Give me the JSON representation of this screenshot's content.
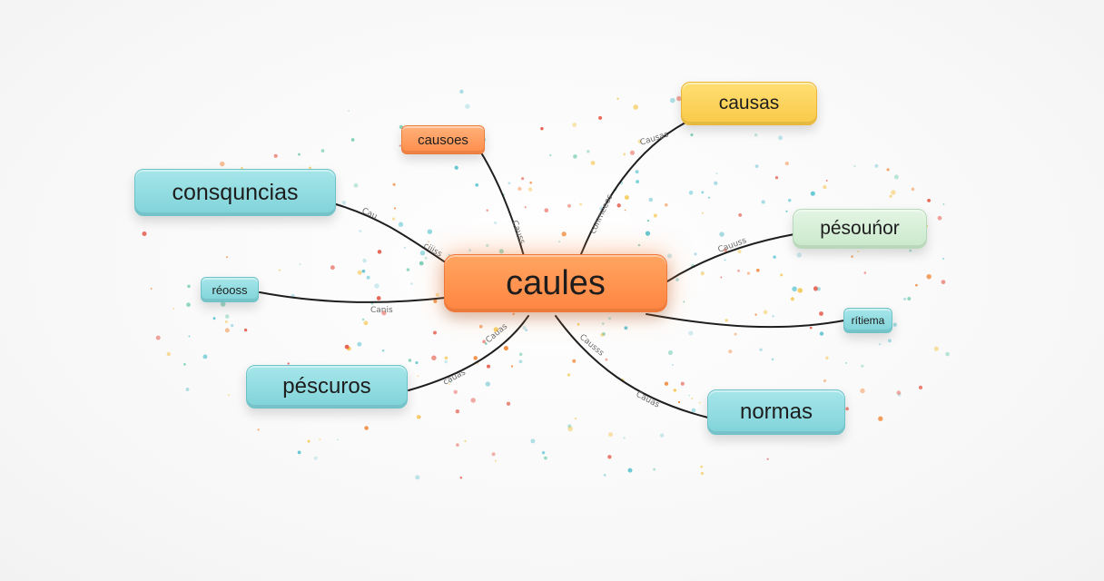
{
  "colors": {
    "teal": "#8fdbe0",
    "orange": "#ff9350",
    "yellow": "#fbd35a",
    "green": "#d4eed6",
    "line": "#1e1e1e",
    "dots": [
      "#f28a3c",
      "#58c3d0",
      "#f5c54a",
      "#e65a4a",
      "#7ccfb8",
      "#9fd8e0"
    ]
  },
  "diagram": {
    "center": {
      "label": "caules"
    },
    "nodes": [
      {
        "id": "consquncias",
        "label": "consquncias",
        "color": "teal"
      },
      {
        "id": "causoes",
        "label": "causoes",
        "color": "orange"
      },
      {
        "id": "causas",
        "label": "causas",
        "color": "yellow"
      },
      {
        "id": "pesounor",
        "label": "pésouńor",
        "color": "green"
      },
      {
        "id": "reooss",
        "label": "réooss",
        "color": "teal"
      },
      {
        "id": "ritiema",
        "label": "rítiema",
        "color": "teal"
      },
      {
        "id": "pescuros",
        "label": "péscuros",
        "color": "teal"
      },
      {
        "id": "normas",
        "label": "normas",
        "color": "teal"
      }
    ],
    "edge_labels": [
      {
        "id": "e1",
        "text": "Cau"
      },
      {
        "id": "e2",
        "text": "ciiiss"
      },
      {
        "id": "e3",
        "text": "Canis"
      },
      {
        "id": "e4",
        "text": "Causs"
      },
      {
        "id": "e5",
        "text": "Causas"
      },
      {
        "id": "e6",
        "text": "conrneeos"
      },
      {
        "id": "e7",
        "text": "Cauuss"
      },
      {
        "id": "e8",
        "text": "Cauas"
      },
      {
        "id": "e9",
        "text": "cauas"
      },
      {
        "id": "e10",
        "text": "Causss"
      },
      {
        "id": "e11",
        "text": "Cauas"
      }
    ]
  }
}
